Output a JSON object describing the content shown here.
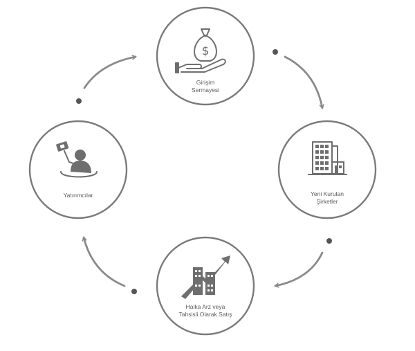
{
  "nodes": [
    {
      "id": "seed-capital",
      "line1": "Girişim",
      "line2": "Sermayesi",
      "icon": "money-bag-hand-icon"
    },
    {
      "id": "startups",
      "line1": "Yeni Kurulan",
      "line2": "Şirketler",
      "icon": "office-building-icon"
    },
    {
      "id": "exit",
      "line1": "Halka Arz veya",
      "line2": "Tahsisli Olarak Satış",
      "icon": "growth-arrow-buildings-icon"
    },
    {
      "id": "investors",
      "line1": "Yatırımcılar",
      "line2": "",
      "icon": "investor-with-money-icon"
    }
  ],
  "colors": {
    "ring": "#7a7a7a",
    "arrow": "#8a8a8a",
    "icon": "#6e6e6e",
    "dot": "#555555",
    "text": "#5a5a5a"
  }
}
